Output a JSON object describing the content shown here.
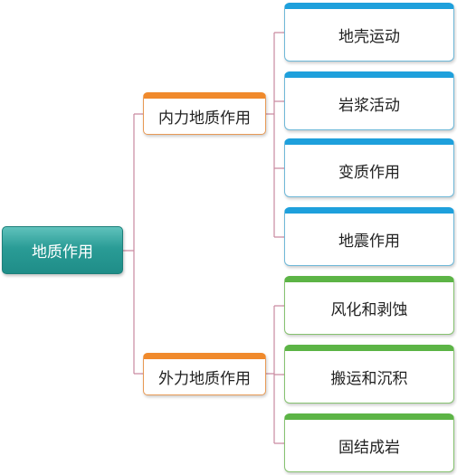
{
  "root": {
    "label": "地质作用"
  },
  "branches": [
    {
      "label": "内力地质作用",
      "children": [
        {
          "label": "地壳运动"
        },
        {
          "label": "岩浆活动"
        },
        {
          "label": "变质作用"
        },
        {
          "label": "地震作用"
        }
      ]
    },
    {
      "label": "外力地质作用",
      "children": [
        {
          "label": "风化和剥蚀"
        },
        {
          "label": "搬运和沉积"
        },
        {
          "label": "固结成岩"
        }
      ]
    }
  ],
  "colors": {
    "root_fill": "#2a9c96",
    "branch_accent": "#f08a2c",
    "inner_leaf_accent": "#1ea0dc",
    "outer_leaf_accent": "#5cb446",
    "connector": "#c98aa0"
  }
}
